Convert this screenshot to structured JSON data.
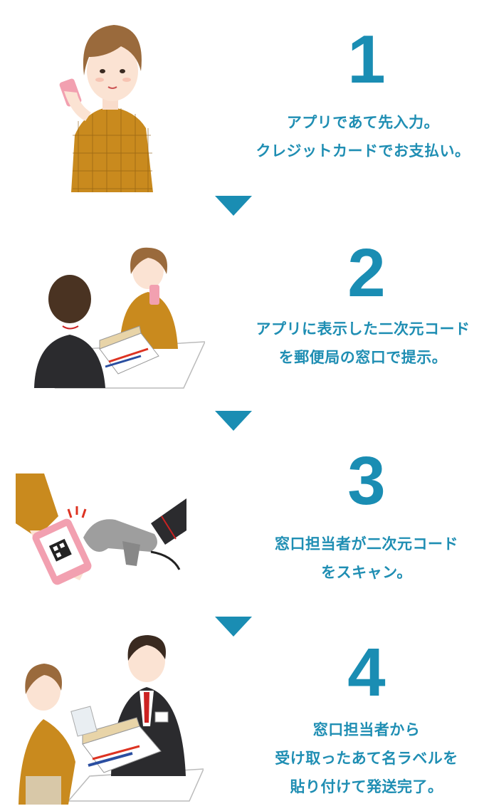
{
  "steps": [
    {
      "number": "1",
      "lines": [
        "アプリであて先入力。",
        "クレジットカードでお支払い。"
      ],
      "icon": "woman-with-phone-illustration"
    },
    {
      "number": "2",
      "lines": [
        "アプリに表示した二次元コード",
        "を郵便局の窓口で提示。"
      ],
      "icon": "counter-presentation-illustration"
    },
    {
      "number": "3",
      "lines": [
        "窓口担当者が二次元コード",
        "をスキャン。"
      ],
      "icon": "barcode-scan-illustration"
    },
    {
      "number": "4",
      "lines": [
        "窓口担当者から",
        "受け取ったあて名ラベルを",
        "貼り付けて発送完了。"
      ],
      "icon": "label-handover-illustration"
    }
  ],
  "colors": {
    "accent": "#1a8db3",
    "text": "#1f8eb3",
    "plaid": "#c98a1e",
    "suit": "#2b2b2e",
    "hair": "#9a6a3c"
  }
}
